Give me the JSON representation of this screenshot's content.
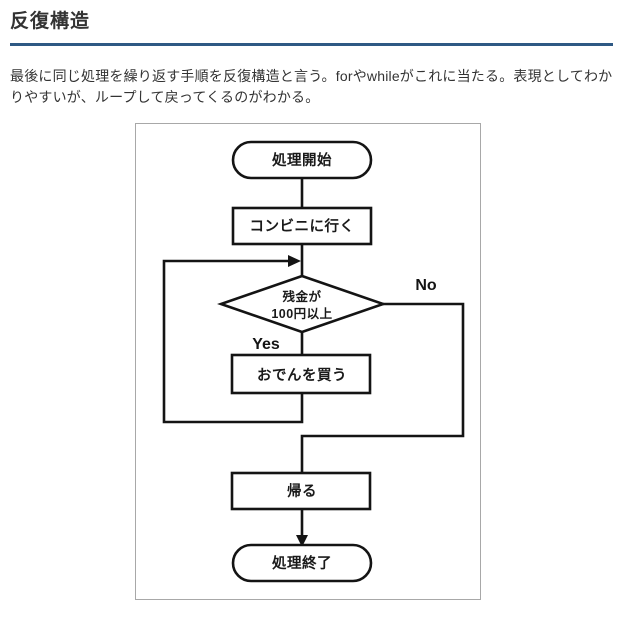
{
  "header": {
    "title": "反復構造"
  },
  "intro": {
    "text": "最後に同じ処理を繰り返す手順を反復構造と言う。forやwhileがこれに当たる。表現としてわかりやすいが、ループして戻ってくるのがわかる。"
  },
  "flowchart": {
    "nodes": {
      "start": "処理開始",
      "go_to_store": "コンビニに行く",
      "decision_line1": "残金が",
      "decision_line2": "100円以上",
      "buy_oden": "おでんを買う",
      "go_home": "帰る",
      "end": "処理終了"
    },
    "labels": {
      "yes": "Yes",
      "no": "No"
    }
  },
  "colors": {
    "accent": "#2e5984",
    "line": "#141414",
    "figure_border": "#a8a8a8"
  }
}
